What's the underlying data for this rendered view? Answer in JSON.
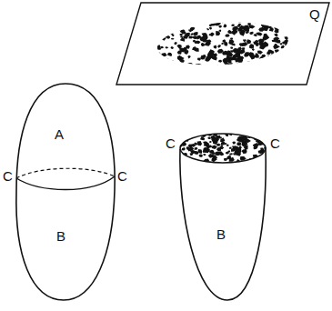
{
  "diagram": {
    "labels": [
      "A",
      "B",
      "C",
      "C",
      "Q",
      "C",
      "C",
      "B"
    ]
  }
}
